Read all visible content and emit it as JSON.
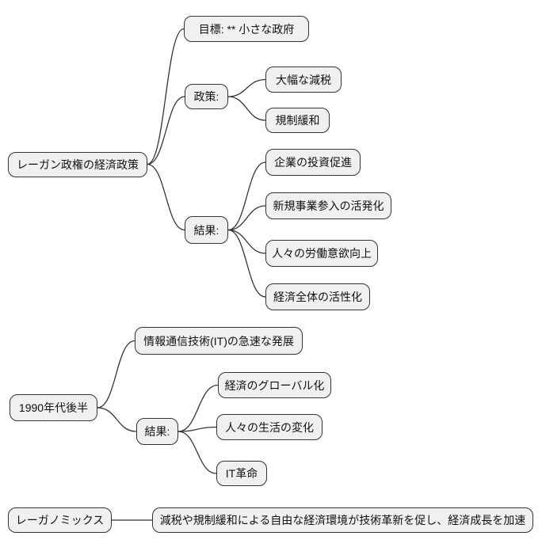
{
  "mindmap": {
    "background_color": "#ffffff",
    "node_fill_color": "#f0f0f0",
    "node_border_color": "#333333",
    "edge_color": "#333333",
    "trees": [
      {
        "root": {
          "label": "レーガン政権の経済政策",
          "children": [
            {
              "label": "目標: ** 小さな政府",
              "children": []
            },
            {
              "label": "政策:",
              "children": [
                {
                  "label": "大幅な減税"
                },
                {
                  "label": "規制緩和"
                }
              ]
            },
            {
              "label": "結果:",
              "children": [
                {
                  "label": "企業の投資促進"
                },
                {
                  "label": "新規事業参入の活発化"
                },
                {
                  "label": "人々の労働意欲向上"
                },
                {
                  "label": "経済全体の活性化"
                }
              ]
            }
          ]
        }
      },
      {
        "root": {
          "label": "1990年代後半",
          "children": [
            {
              "label": "情報通信技術(IT)の急速な発展",
              "children": []
            },
            {
              "label": "結果:",
              "children": [
                {
                  "label": "経済のグローバル化"
                },
                {
                  "label": "人々の生活の変化"
                },
                {
                  "label": "IT革命"
                }
              ]
            }
          ]
        }
      },
      {
        "root": {
          "label": "レーガノミックス",
          "children": [
            {
              "label": "減税や規制緩和による自由な経済環境が技術革新を促し、経済成長を加速"
            }
          ]
        }
      }
    ]
  }
}
